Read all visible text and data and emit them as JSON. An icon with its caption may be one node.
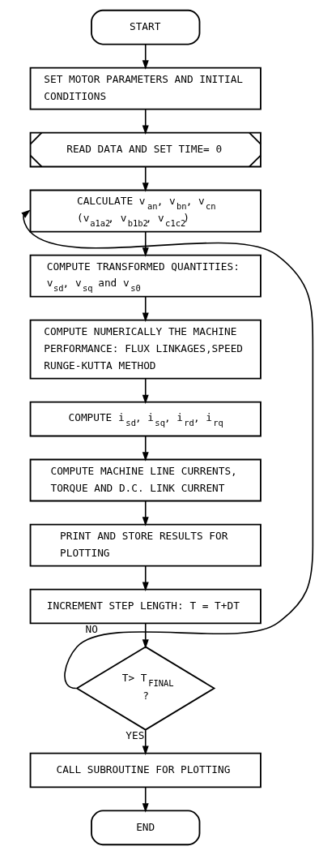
{
  "diagram": {
    "nodes": [
      {
        "text": [
          "START"
        ]
      },
      {
        "text": [
          "SET MOTOR PARAMETERS AND INITIAL CONDITIONS"
        ]
      },
      {
        "text": [
          "READ DATA AND SET TIME= 0"
        ]
      },
      {
        "text": [
          "CALCULATE v$_{an}$, v$_{bn}$, v$_{cn}$ (v$_{a1a2}$, v$_{b1b2}$, v$_{c1c2}$)"
        ]
      },
      {
        "text": [
          "COMPUTE TRANSFORMED QUANTITIES: v$_{sd}$, v$_{sq}$ and v$_{s0}$"
        ]
      },
      {
        "text": [
          "COMPUTE NUMERICALLY THE MACHINE PERFORMANCE: FLUX LINKAGES,SPEED",
          "RUNGE-KUTTA METHOD"
        ]
      },
      {
        "text": [
          "COMPUTE i$_{sd}$, i$_{sq}$, i$_{rd}$, i$_{rq}$"
        ]
      },
      {
        "text": [
          "COMPUTE MACHINE LINE CURRENTS, TORQUE AND D.C. LINK CURRENT"
        ]
      },
      {
        "text": [
          "PRINT AND STORE RESULTS FOR PLOTTING"
        ]
      },
      {
        "text": [
          "INCREMENT STEP LENGTH: T = T+DT"
        ]
      },
      {
        "text": [
          "T> T$_{FINAL}$ ?"
        ]
      },
      {
        "text": [
          "CALL SUBROUTINE FOR PLOTTING"
        ]
      },
      {
        "text": [
          "END"
        ]
      }
    ],
    "edges": [
      {
        "from": 0,
        "to": 1,
        "arrow": "to"
      },
      {
        "from": 1,
        "to": 2,
        "arrow": "to"
      },
      {
        "from": 2,
        "to": 3,
        "arrow": "to"
      },
      {
        "from": 3,
        "to": 4,
        "arrow": "to"
      },
      {
        "from": 4,
        "to": 5,
        "arrow": "to"
      },
      {
        "from": 5,
        "to": 6,
        "arrow": "to"
      },
      {
        "from": 6,
        "to": 7,
        "arrow": "to"
      },
      {
        "from": 7,
        "to": 8,
        "arrow": "to"
      },
      {
        "from": 8,
        "to": 9,
        "arrow": "to"
      },
      {
        "from": 9,
        "to": 10,
        "arrow": "to"
      },
      {
        "from": 10,
        "to": 3,
        "arrow": "to",
        "label": "NO"
      },
      {
        "from": 10,
        "to": 11,
        "arrow": "to",
        "label": "YES"
      },
      {
        "from": 11,
        "to": 12,
        "arrow": "to"
      }
    ]
  }
}
